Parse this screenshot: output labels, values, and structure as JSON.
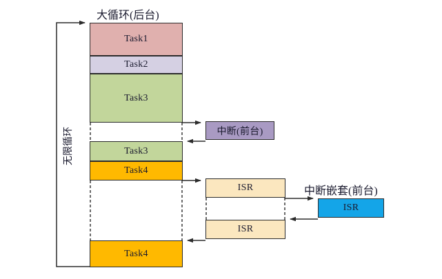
{
  "diagram": {
    "title_main": "大循环(后台)",
    "title_interrupt": "中断(前台)",
    "title_nested": "中断嵌套(前台)",
    "loop_label": "无限循环",
    "colors": {
      "task1": "#e0b0ae",
      "task2": "#d5d0e3",
      "task3": "#c2d69b",
      "task4": "#ffb900",
      "interrupt": "#a99ac3",
      "isr": "#fbe7bf",
      "nested_isr": "#14a5e8",
      "stroke": "#2b2b2b",
      "arrow": "#3a3a3a"
    },
    "blocks": [
      {
        "name": "task1",
        "label": "Task1"
      },
      {
        "name": "task2",
        "label": "Task2"
      },
      {
        "name": "task3-first",
        "label": "Task3"
      },
      {
        "name": "task3-resume",
        "label": "Task3"
      },
      {
        "name": "task4-first",
        "label": "Task4"
      },
      {
        "name": "task4-resume",
        "label": "Task4"
      },
      {
        "name": "interrupt",
        "label": "中断(前台)"
      },
      {
        "name": "isr-first",
        "label": "ISR"
      },
      {
        "name": "isr-resume",
        "label": "ISR"
      },
      {
        "name": "nested-isr",
        "label": "ISR"
      }
    ]
  }
}
